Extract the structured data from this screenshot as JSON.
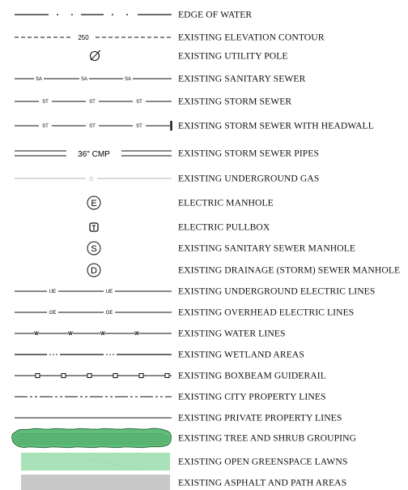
{
  "legend": {
    "items": [
      {
        "label": "EDGE OF WATER"
      },
      {
        "label": "EXISTING ELEVATION CONTOUR",
        "marker": "250"
      },
      {
        "label": "EXISTING UTILITY POLE",
        "icon": "utility-pole-icon"
      },
      {
        "label": "EXISTING SANITARY SEWER",
        "marker": "SA"
      },
      {
        "label": "EXISTING STORM SEWER",
        "marker": "ST"
      },
      {
        "label": "EXISTING STORM SEWER WITH HEADWALL",
        "marker": "ST"
      },
      {
        "label": "EXISTING STORM SEWER PIPES",
        "marker": "36\" CMP"
      },
      {
        "label": "EXISTING UNDERGROUND GAS",
        "marker": "G"
      },
      {
        "label": "ELECTRIC MANHOLE",
        "marker": "E"
      },
      {
        "label": "ELECTRIC PULLBOX",
        "marker": "T"
      },
      {
        "label": "EXISTING SANITARY SEWER MANHOLE",
        "marker": "S"
      },
      {
        "label": "EXISTING DRAINAGE (STORM) SEWER MANHOLE",
        "marker": "D"
      },
      {
        "label": "EXISTING UNDERGROUND ELECTRIC LINES",
        "marker": "UE"
      },
      {
        "label": "EXISTING OVERHEAD ELECTRIC LINES",
        "marker": "OE"
      },
      {
        "label": "EXISTING WATER LINES",
        "marker": "W"
      },
      {
        "label": "EXISTING WETLAND AREAS"
      },
      {
        "label": "EXISTING BOXBEAM GUIDERAIL"
      },
      {
        "label": "EXISTING CITY PROPERTY LINES"
      },
      {
        "label": "EXISTING PRIVATE PROPERTY LINES"
      },
      {
        "label": "EXISTING TREE AND SHRUB GROUPING"
      },
      {
        "label": "EXISTING OPEN GREENSPACE LAWNS"
      },
      {
        "label": "EXISTING ASPHALT AND PATH AREAS"
      }
    ]
  },
  "colors": {
    "line": "#111111",
    "gas": "#b5b5b5",
    "tree_fill": "#5fbf7a",
    "tree_dark": "#2e6b3e",
    "lawn": "#a9e2b8",
    "asphalt": "#c8c8c8"
  }
}
